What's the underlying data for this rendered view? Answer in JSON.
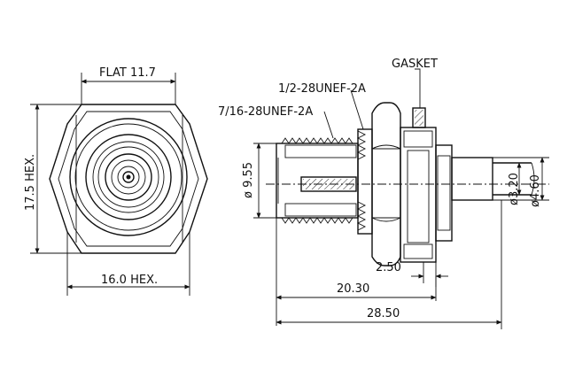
{
  "labels": {
    "flat": "FLAT 11.7",
    "hex_vertical": "17.5 HEX.",
    "hex_bottom": "16.0 HEX.",
    "thread_outer": "1/2-28UNEF-2A",
    "thread_inner": "7/16-28UNEF-2A",
    "gasket": "GASKET",
    "dia_body": "ø 9.55",
    "dia_pin": "ø3.20",
    "dia_crimp": "ø4.60",
    "dim_250": "2.50",
    "dim_2030": "20.30",
    "dim_2850": "28.50"
  }
}
